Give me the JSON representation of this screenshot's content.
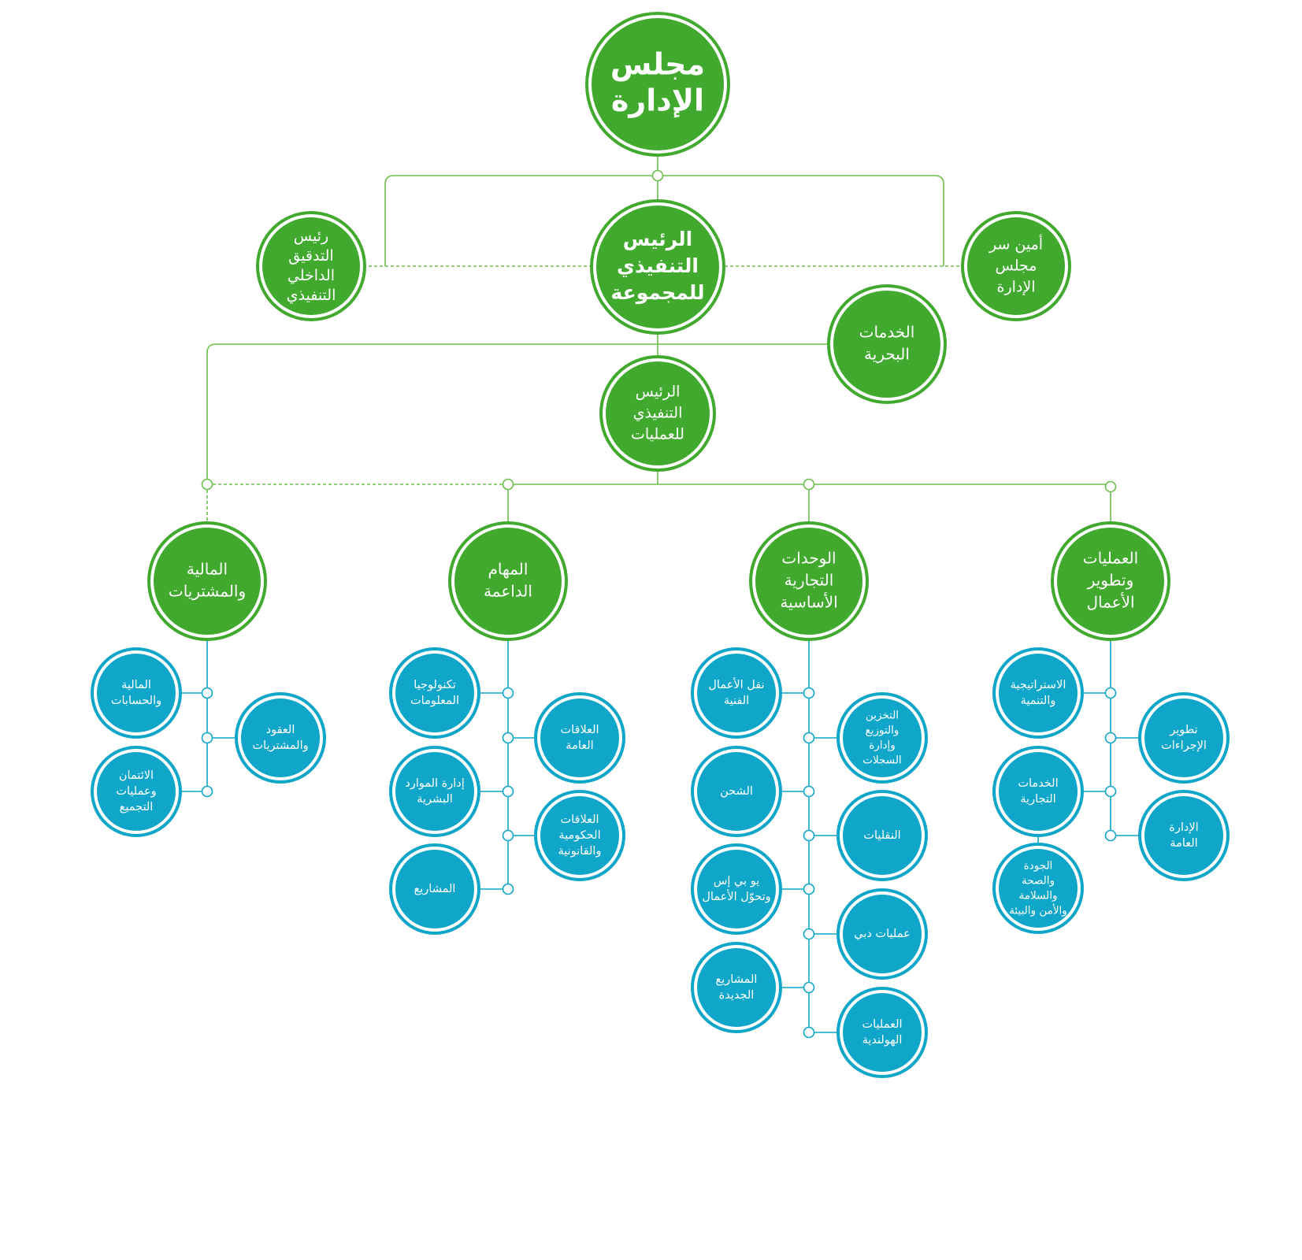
{
  "colors": {
    "green_fill": "#41A92E",
    "green_line": "#6BBE4A",
    "blue_fill": "#0FA6C9",
    "blue_ring": "#0FA6C9",
    "connector_fill": "#ffffff",
    "text": "#ffffff"
  },
  "org": {
    "board": [
      "مجلس",
      "الإدارة"
    ],
    "group_ceo": [
      "الرئيس",
      "التنفيذي",
      "للمجموعة"
    ],
    "internal_audit": [
      "رئيس",
      "التدقيق",
      "الداخلي",
      "التنفيذي"
    ],
    "board_secretary": [
      "أمين سر",
      "مجلس",
      "الإدارة"
    ],
    "marine_services": [
      "الخدمات",
      "البحرية"
    ],
    "coo": [
      "الرئيس",
      "التنفيذي",
      "للعمليات"
    ],
    "divisions": [
      {
        "title": [
          "المالية",
          "والمشتريات"
        ],
        "units": [
          [
            "المالية",
            "والحسابات"
          ],
          [
            "العقود",
            "والمشتريات"
          ],
          [
            "الائتمان",
            "وعمليات",
            "التجميع"
          ]
        ]
      },
      {
        "title": [
          "المهام",
          "الداعمة"
        ],
        "units": [
          [
            "تكنولوجيا",
            "المعلومات"
          ],
          [
            "العلاقات",
            "العامة"
          ],
          [
            "إدارة الموارد",
            "البشرية"
          ],
          [
            "العلاقات",
            "الحكومية",
            "والقانونية"
          ],
          [
            "المشاريع"
          ]
        ]
      },
      {
        "title": [
          "الوحدات",
          "التجارية",
          "الأساسية"
        ],
        "units": [
          [
            "نقل الأعمال",
            "الفنية"
          ],
          [
            "التخزين",
            "والتوزيع",
            "وإدارة",
            "السجلات"
          ],
          [
            "الشحن"
          ],
          [
            "النقليات"
          ],
          [
            "يو بي إس",
            "وتحوّل الأعمال"
          ],
          [
            "عمليات دبي"
          ],
          [
            "المشاريع",
            "الجديدة"
          ],
          [
            "العمليات",
            "الهولندية"
          ]
        ]
      },
      {
        "title": [
          "العمليات",
          "وتطوير",
          "الأعمال"
        ],
        "units": [
          [
            "الاستراتيجية",
            "والتنمية"
          ],
          [
            "تطوير",
            "الإجراءات"
          ],
          [
            "الخدمات",
            "التجارية"
          ],
          [
            "الإدارة",
            "العامة"
          ],
          [
            "الجودة",
            "والصحة",
            "والسلامة",
            "والأمن والبيئة"
          ]
        ]
      }
    ]
  }
}
